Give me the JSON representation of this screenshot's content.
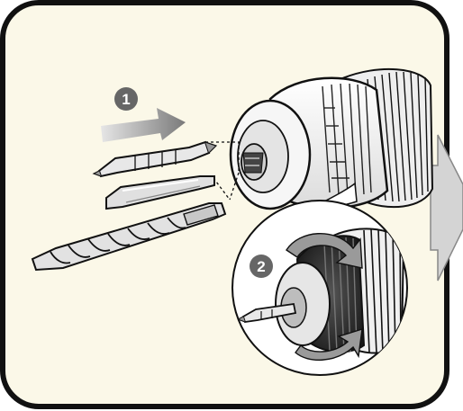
{
  "panel": {
    "background": "#fbf8e8",
    "border_color": "#111111"
  },
  "steps": [
    {
      "number": "1",
      "action": "insert-bit"
    },
    {
      "number": "2",
      "action": "rotate-sleeve-to-tighten"
    }
  ],
  "colors": {
    "badge_fill": "#666666",
    "arrow_gray": "#8c8c8c",
    "next_arrow_fill": "#d4d4d4",
    "chuck_body": "#f2f2f2",
    "chuck_dark": "#333333"
  },
  "icons": [
    "push-arrow-icon",
    "rotate-arrow-icon",
    "next-arrow-icon",
    "prev-arrow-icon"
  ]
}
